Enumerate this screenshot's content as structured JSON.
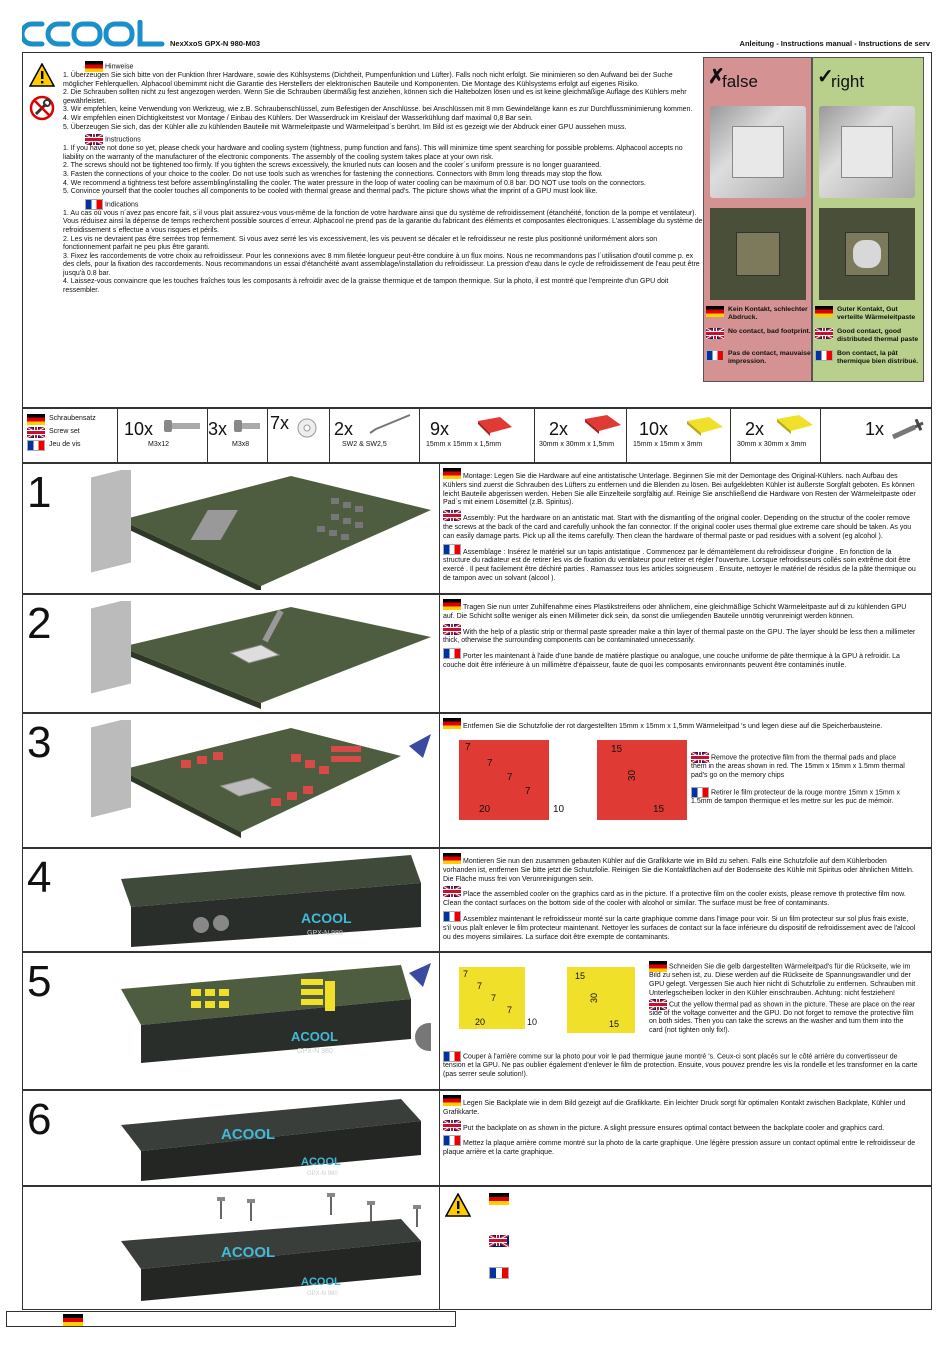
{
  "header": {
    "logo": "ACOOL",
    "model": "NexXxoS GPX-N 980-M03",
    "manual": "Anleitung - Instructions manual - Instructions de serv"
  },
  "notes": {
    "de_title": "Hinweise",
    "de": [
      "1. Überzeugen Sie sich bitte von der Funktion Ihrer Hardware, sowie des Kühlsystems (Dichtheit, Pumpenfunktion und Lüfter). Falls noch nicht erfolgt. Sie minimieren so den Aufwand bei der Suche möglicher Fehlerquellen. Alphacool übernimmt nicht die Garantie des Herstellers der elektronischen Bauteile und Komponenten. Die Montage des Kühlsystems erfolgt auf eigenes Risiko.",
      "2. Die Schrauben sollten nicht zu fest angezogen werden. Wenn Sie die Schrauben übermäßig fest anziehen, können sich die Haltebolzen lösen und es ist keine gleichmäßige Auflage des Kühlers mehr gewährleistet.",
      "3. Wir empfehlen, keine Verwendung von Werkzeug, wie z.B. Schraubenschlüssel, zum Befestigen der Anschlüsse. bei Anschlüssen mit 8 mm Gewindelänge kann es zur Durchflussminimierung kommen.",
      "4. Wir empfehlen einen Dichtigkeitstest vor Montage / Einbau des Kühlers. Der Wasserdruck im Kreislauf der Wasserkühlung darf maximal 0,8 Bar sein.",
      "5. Überzeugen Sie sich, das der Kühler alle zu kühlenden Bauteile mit Wärmeleitpaste und Wärmeleitpad´s berührt. Im Bild ist es gezeigt wie der Abdruck einer GPU aussehen muss."
    ],
    "en_title": "Instructions",
    "en": [
      "1. If you have not done so yet, please check your hardware and cooling system (tightness, pump function and fans). This will minimize time spent searching for possible problems. Alphacool accepts no liability on the warranty of the manufacturer of the electronic components. The assembly of the cooling system takes place at your own risk.",
      "2. The screws should not be tightened too firmly. If you tighten the screws excessively, the knurled nuts can loosen and the cooler´s uniform pressure is no longer guaranteed.",
      "3. Fasten the connections of your choice to the cooler. Do not use tools such as wrenches for fastening the connections. Connectors with 8mm long threads may stop the flow.",
      "4. We recommend a tightness test before assembling/installing the cooler. The water pressure in the loop of water cooling can be maximum of 0.8 bar. DO NOT use tools on the connectors.",
      "5. Convince yourself that the cooler touches all components to be cooled with thermal grease and thermal pad's. The picture shows what the imprint of a GPU must look like."
    ],
    "fr_title": "Indications",
    "fr": [
      "1. Au cas où vous n´avez pas encore fait, s´il vous plait assurez-vous vous-même de la fonction de votre hardware ainsi que du système de refroidissement (étanchéité, fonction de la pompe et ventilateur). Vous réduisez ainsi la dépense de temps recherchent possible sources d´erreur. Alphacool ne prend pas de la garantie du fabricant des éléments et composantes électroniques. L'assemblage du système de refroidissement s´effectue a vous risques et périls.",
      "2. Les vis ne devraient pas être serrées trop fermement. Si vous avez serré les vis excessivement, les vis peuvent se décaler et le refroidisseur ne reste plus positionné uniformément alors son fonctionnement parfait ne peu plus être garanti.",
      "3. Fixez les raccordements de votre choix au refroidisseur. Pour les connexions avec 8 mm filetée longueur peut-être conduire à un flux moins. Nous ne recommandons pas l´utilisation d'outil comme p. ex des clefs, pour la fixation des raccordements. Nous recommandons un essai d'étanchéité avant assemblage/installation du refroidisseur. La pression d'eau dans le cycle de refroidissement de l'eau peut être jusqu'à 0.8 bar.",
      "4. Laissez-vous convaincre que les touches fraîches tous les composants à refroidir avec de la graisse thermique et de tampon thermique. Sur la photo, il est montré que l'empreinte d'un GPU doit ressembler."
    ]
  },
  "compare": {
    "false_label": "false",
    "right_label": "right",
    "false_de": "Kein Kontakt, schlechter Abdruck.",
    "false_en": "No contact, bad footprint.",
    "false_fr": "Pas de contact, mauvaise impression.",
    "right_de": "Guter Kontakt, Gut verteilte Wärmeleitpaste",
    "right_en": "Good contact, good distributed thermal paste",
    "right_fr": "Bon contact, la pât thermique bien distribué."
  },
  "parts": {
    "label_de": "Schraubensatz",
    "label_en": "Screw set",
    "label_fr": "Jeu de vis",
    "items": [
      {
        "qty": "10x",
        "dim": "M3x12"
      },
      {
        "qty": "3x",
        "dim": "M3x8"
      },
      {
        "qty": "7x",
        "dim": ""
      },
      {
        "qty": "2x",
        "dim": "SW2 & SW2,5"
      },
      {
        "qty": "9x",
        "dim": "15mm x 15mm x 1,5mm"
      },
      {
        "qty": "2x",
        "dim": "30mm x 30mm x 1,5mm"
      },
      {
        "qty": "10x",
        "dim": "15mm x 15mm x 3mm"
      },
      {
        "qty": "2x",
        "dim": "30mm x 30mm x 3mm"
      },
      {
        "qty": "1x",
        "dim": ""
      }
    ]
  },
  "steps": [
    {
      "num": "1",
      "de": "Montage: Legen Sie die Hardware auf eine antistatische Unterlage. Beginnen Sie mit der Demontage des Original-Kühlers. nach Aufbau des Kühlers sind zuerst die Schrauben des Lüfters zu entfernen und die Blenden zu lösen. Bei aufgeklebten Kühler ist äußerste Sorgfalt geboten. Es können leicht Bauteile abgerissen werden. Heben Sie alle Einzelteile sorgfältig auf. Reinige Sie anschließend die Hardware von Resten der Wärmeleitpaste oder Pad´s mit einem Lösemittel (z.B. Spiritus).",
      "en": "Assembly: Put the hardware on an antistatic mat. Start with the dismantling of the original cooler. Depending on the structur of the cooler remove the screws at the back of the card and carefully unhook the fan connector. If the original cooler uses thermal glue extreme care should be taken. As you can easily damage parts. Pick up all the items carefully. Then clean the hardware of thermal paste or pad residues with a solvent (eg alcohol ).",
      "fr": "Assemblage : Insérez le matériel sur un tapis antistatique . Commencez par le démantèlement du refroidisseur d'origine . En fonction de la structure du radiateur est de retirer les vis de fixation du ventilateur pour retirer et régler l'ouverture. Lorsque refroidisseurs collés soin extrême doit être exercé . Il peut facilement être déchiré parties . Ramassez tous les articles soigneusem . Ensuite, nettoyer le matériel de résidus de la pâte thermique ou de tampon avec un solvant (alcool )."
    },
    {
      "num": "2",
      "de": "Tragen Sie nun unter Zuhilfenahme eines Plastikstreifens oder ähnlichem, eine gleichmäßige Schicht Wärmeleitpaste auf di zu kühlenden GPU auf. Die Schicht sollte weniger als einen Millimeter dick sein, da sonst die umliegenden Bauteile unnötig verunreinigt werden können.",
      "en": "With the help of a plastic strip or thermal paste spreader make a thin layer of thermal paste on the GPU. The layer should be less then a millimeter thick, otherwise the surrounding components can be contaminated unnecessarily.",
      "fr": "Porter les maintenant à l'aide d'une bande de matière plastique ou analogue, une couche uniforme de pâte thermique à la GPU à refroidir. La couche doit être inférieure à un millimètre d'épaisseur, faute de quoi les composants environnants peuvent être contaminés inutile."
    },
    {
      "num": "3",
      "de": "Entfernen Sie die Schutzfolie der rot dargestellten 15mm x 15mm x 1,5mm Wärmeleitpad 's und legen diese auf die Speicherbausteine.",
      "en": "Remove the protective film from the thermal pads and place them in the areas shown in red. The 15mm x 15mm x 1.5mm thermal pad's go on the memory chips",
      "fr": "Retirer le film protecteur de la rouge montre 15mm x 15mm x 1.5mm de tampon thermique et les mettre sur les puc de mémoir."
    },
    {
      "num": "4",
      "de": "Montieren Sie nun den zusammen gebauten Kühler auf die Grafikkarte wie im Bild zu sehen. Falls eine Schutzfolie auf dem Kühlerboden vorhanden ist, entfernen Sie bitte jetzt die Schutzfolie. Reinigen Sie die Kontaktflächen auf der Bodenseite des Kühle mit Spiritus oder ähnlichen Mitteln. Die Fläche muss frei von Verunreinigungen sein.",
      "en": "Place the assembled cooler on the graphics card as in the picture. If a protective film on the cooler exists, please remove th protective film now. Clean the contact surfaces on the bottom side of the cooler with alcohol or similar. The surface must be free of contaminants.",
      "fr": "Assemblez maintenant le refroidisseur monté sur la carte graphique comme dans l'image pour voir. Si un film protecteur sur sol plus frais existe, s'il vous plaît enlever le film protecteur maintenant. Nettoyer les surfaces de contact sur la face inférieure du dispositif de refroidissement avec de l'alcool ou des moyens similaires. La surface doit être exempte de contaminants."
    },
    {
      "num": "5",
      "de": "Schneiden Sie die gelb dargestellten Wärmeleitpad's für die Rückseite, wie im Bild zu sehen ist, zu. Diese werden auf die Rückseite de Spannungswandler und der GPU gelegt. Vergessen Sie auch hier nicht di Schutzfolie zu entfernen. Schrauben mit Unterlegscheiben locker in den Kühler einschrauben. Achtung: nicht festziehen!",
      "en": "Cut the yellow thermal pad as shown in the picture. These are place on the rear side of the voltage converter and the GPU. Do not forget to remove the protective film on both sides. Then you can take the screws an the washer and turn them into the card (not tighten only fix!).",
      "fr": "Couper à l'arrière comme sur la photo pour voir le pad thermique jaune montré 's. Ceux-ci sont placés sur le côté arrière du convertisseur de tension et la GPU. Ne pas oublier également d'enlever le film de protection. Ensuite, vous pouvez prendre les vis la rondelle et les transformer en la carte (pas serrer seule solution!)."
    },
    {
      "num": "6",
      "de": "Legen Sie Backplate wie in dem Bild gezeigt auf die Grafikkarte. Ein leichter Druck sorgt für optimalen Kontakt zwischen Backplate, Kühler und Grafikkarte.",
      "en": "Put the backplate on as shown in the picture. A slight pressure ensures optimal contact between the backplate cooler and graphics card.",
      "fr": "Mettez la plaque arrière comme montré sur la photo de la carte graphique. Une légère pression assure un contact optimal entre le refroidisseur de plaque arrière et la carte graphique."
    }
  ],
  "pad_labels": {
    "red_a": "7",
    "red_b": "7",
    "red_c": "7",
    "red_d": "7",
    "red_w": "20",
    "red_gap": "10",
    "red_big_top": "15",
    "red_big_side": "30",
    "red_big_bottom": "15",
    "yel_a": "7",
    "yel_b": "7",
    "yel_c": "7",
    "yel_d": "7",
    "yel_w": "20",
    "yel_gap": "10",
    "yel_big_top": "15",
    "yel_big_side": "30",
    "yel_big_bottom": "15"
  },
  "card_brand": "ACOOL",
  "card_model": "GPX-N 980",
  "colors": {
    "brand": "#1a8fc9",
    "false_bg": "#d59292",
    "right_bg": "#b9cf8c",
    "pad_red": "#e03a35",
    "pad_yellow": "#f0e02a",
    "pcb": "#4e5d3f"
  }
}
